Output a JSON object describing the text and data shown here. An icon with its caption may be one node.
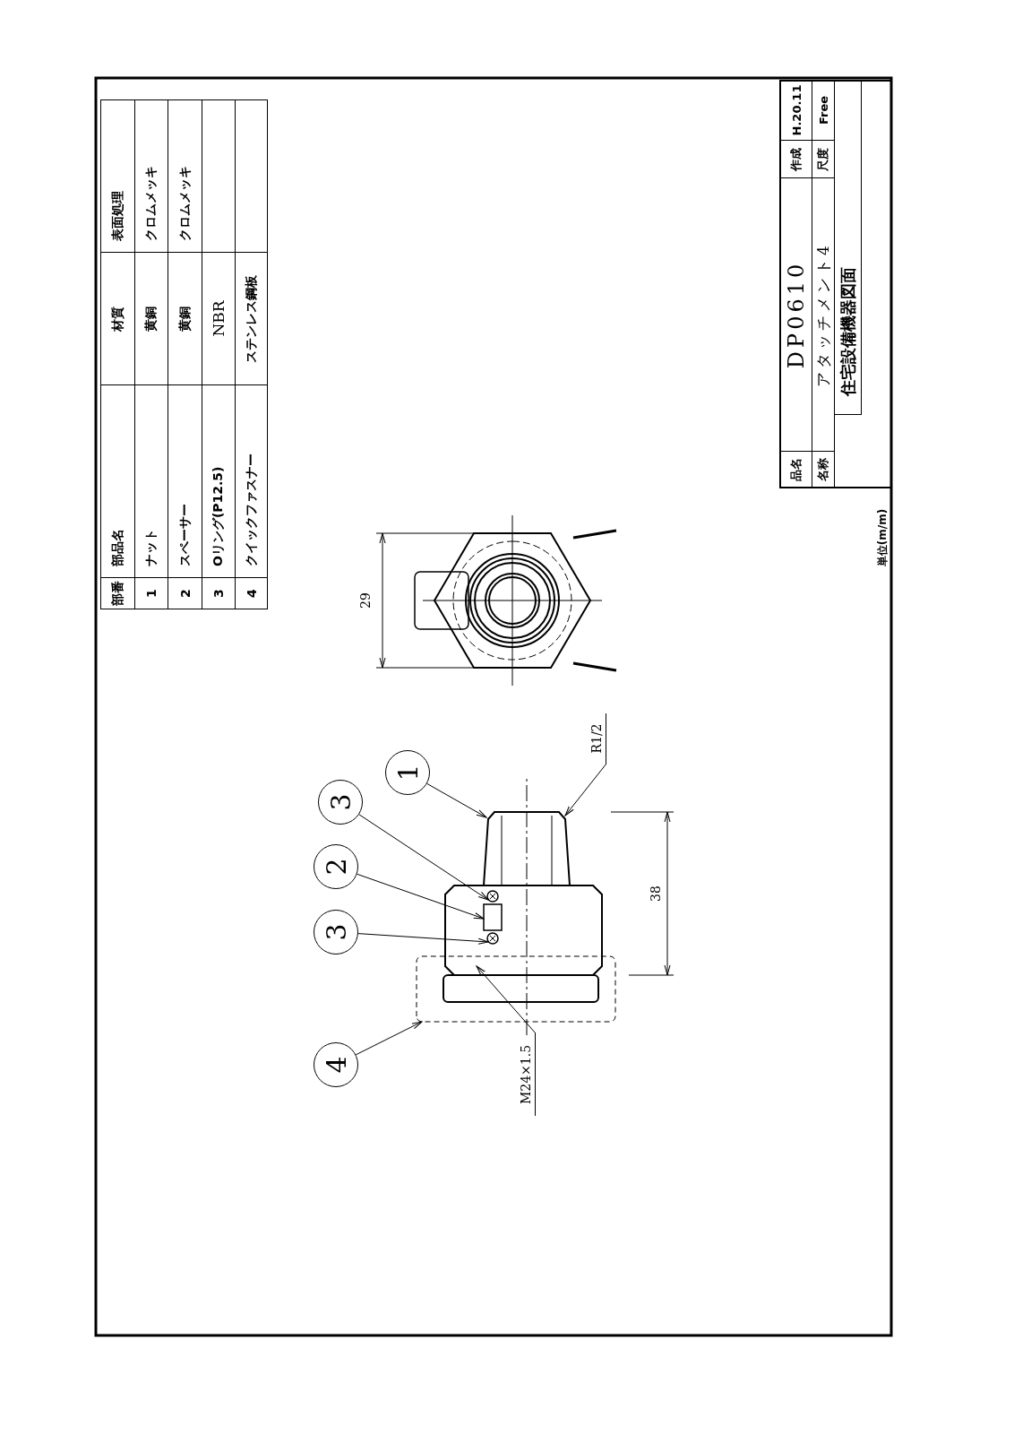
{
  "diagram": {
    "nodes": [
      {
        "text": [
          "1"
        ]
      },
      {
        "text": [
          "3"
        ]
      },
      {
        "text": [
          "2"
        ]
      },
      {
        "text": [
          "3"
        ]
      },
      {
        "text": [
          "4"
        ]
      },
      {
        "text": [
          "R1/2"
        ]
      },
      {
        "text": [
          "M24×1.5"
        ]
      },
      {
        "text": [],
        "shape": "picture"
      },
      {
        "text": [],
        "shape": "picture"
      },
      {
        "text": [],
        "shape": "circle",
        "in": 8
      },
      {
        "text": [],
        "shape": "box",
        "in": 8
      },
      {
        "text": [],
        "shape": "circle",
        "in": 8
      }
    ],
    "edges": [
      {
        "from": 0,
        "to": 8,
        "arrow": "to"
      },
      {
        "from": 1,
        "to": 9,
        "arrow": "to"
      },
      {
        "from": 2,
        "to": 10,
        "arrow": "to"
      },
      {
        "from": 3,
        "to": 11,
        "arrow": "to"
      },
      {
        "from": 4,
        "to": 7,
        "arrow": "to"
      },
      {
        "from": 5,
        "to": 8,
        "arrow": "to"
      },
      {
        "from": 6,
        "to": 8,
        "arrow": "to"
      }
    ],
    "labels": [
      "部番",
      "部品名",
      "材質",
      "表面処理",
      "1",
      "ナット",
      "黄銅",
      "クロムメッキ",
      "2",
      "スペーサー",
      "黄銅",
      "クロムメッキ",
      "3",
      "Oリング(P12.5)",
      "NBR",
      "4",
      "クイックファスナー",
      "ステンレス鋼板",
      "29",
      "38",
      "品名",
      "DP0610",
      "作成",
      "H.20.11",
      "名称",
      "アタッチメント4",
      "尺度",
      "Free",
      "住宅設備機器図面",
      "単位(m/m)"
    ]
  }
}
